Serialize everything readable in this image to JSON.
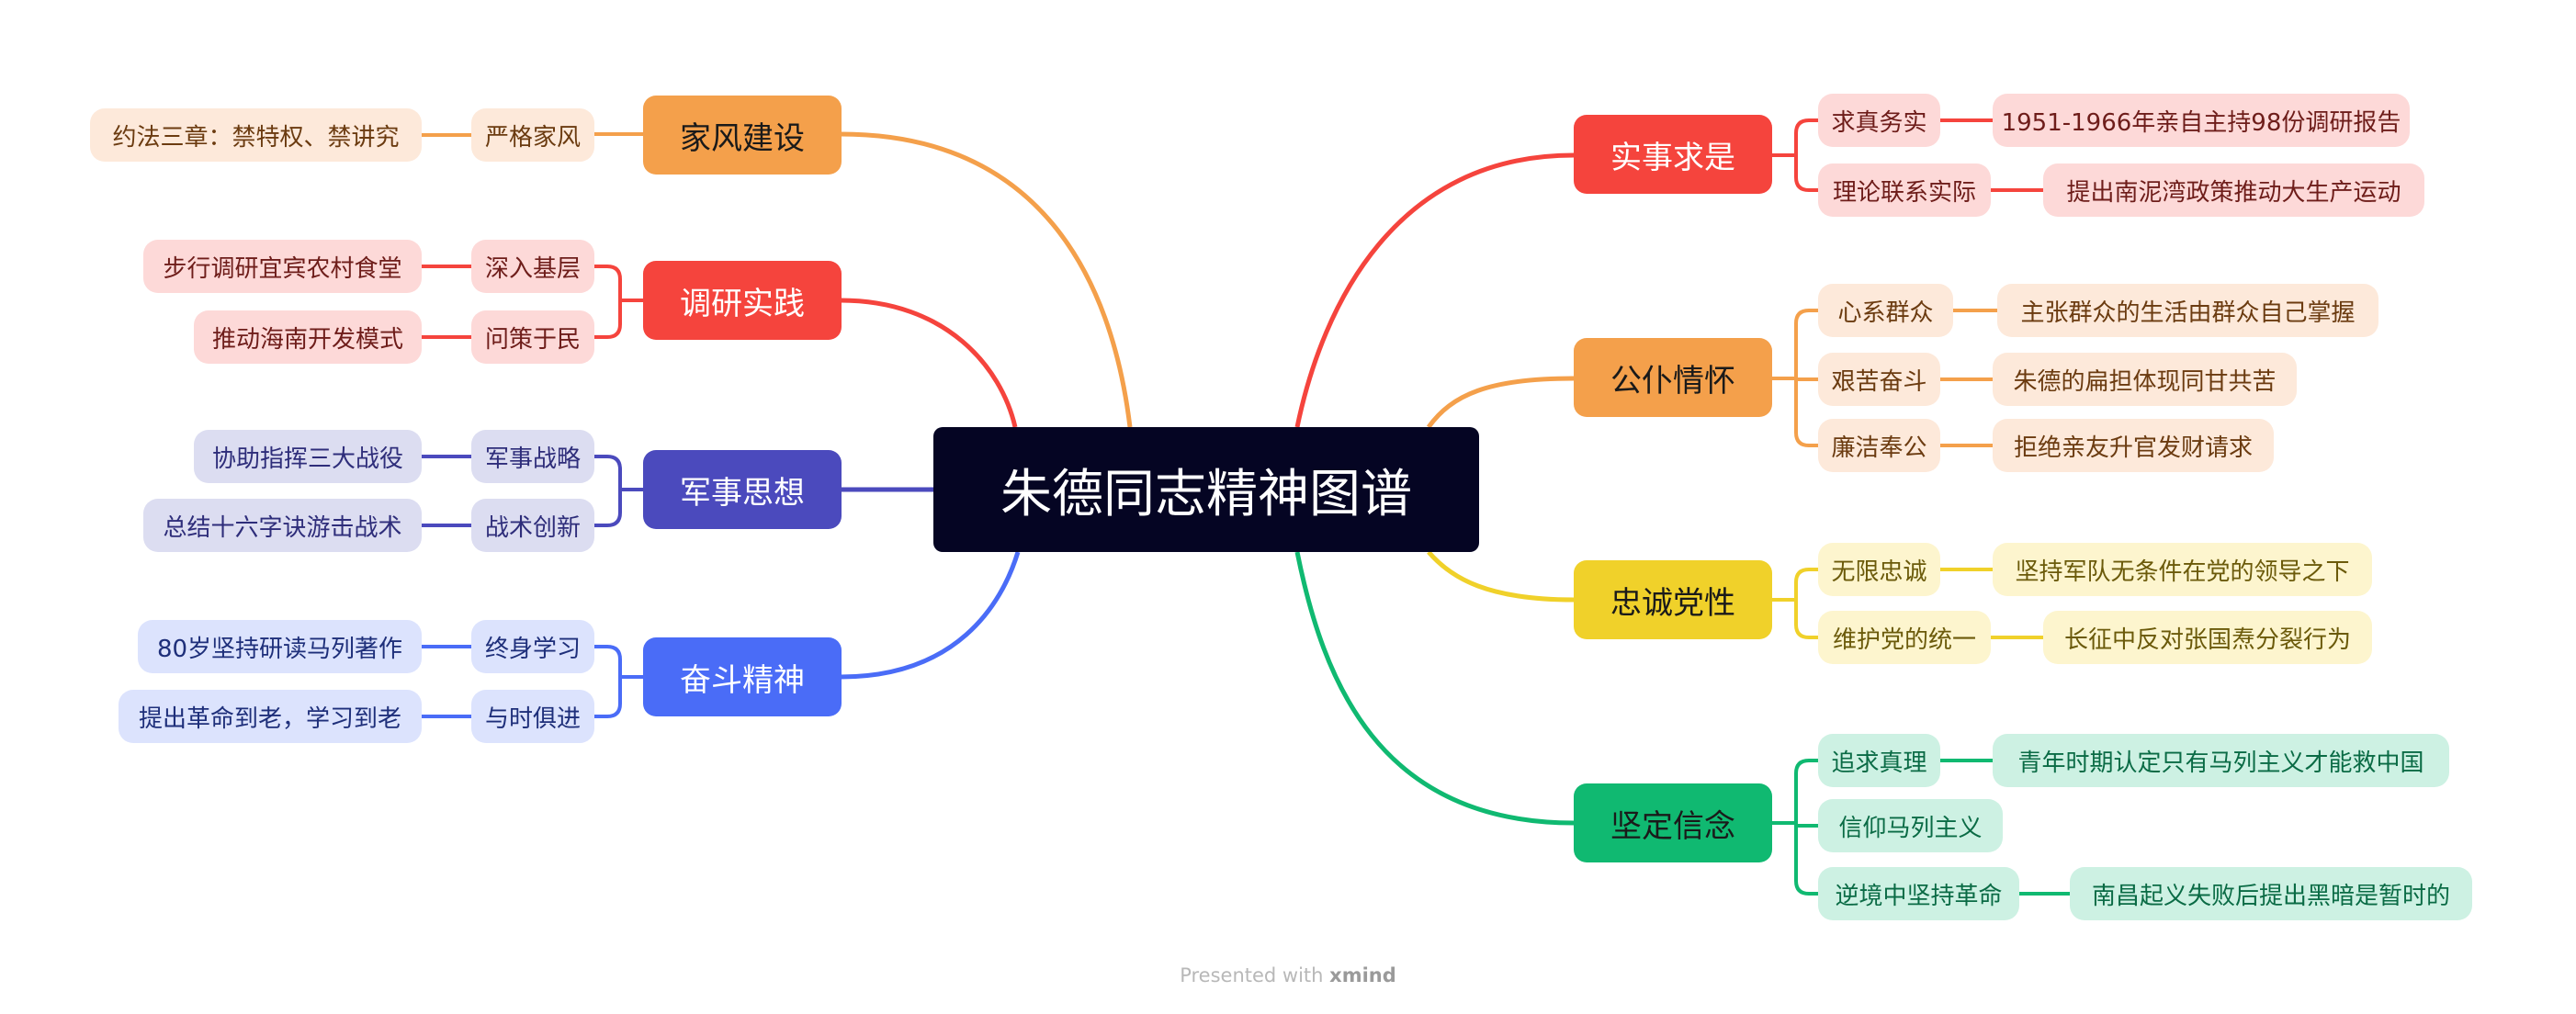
{
  "center": {
    "title": "朱德同志精神图谱"
  },
  "left": [
    {
      "label": "家风建设",
      "color": "#F4A04B",
      "children": [
        {
          "label": "严格家风",
          "leaf": "约法三章：禁特权、禁讲究"
        }
      ]
    },
    {
      "label": "调研实践",
      "color": "#F5443D",
      "children": [
        {
          "label": "深入基层",
          "leaf": "步行调研宜宾农村食堂"
        },
        {
          "label": "问策于民",
          "leaf": "推动海南开发模式"
        }
      ]
    },
    {
      "label": "军事思想",
      "color": "#4B4ABD",
      "children": [
        {
          "label": "军事战略",
          "leaf": "协助指挥三大战役"
        },
        {
          "label": "战术创新",
          "leaf": "总结十六字诀游击战术"
        }
      ]
    },
    {
      "label": "奋斗精神",
      "color": "#4A6CF7",
      "children": [
        {
          "label": "终身学习",
          "leaf": "80岁坚持研读马列著作"
        },
        {
          "label": "与时俱进",
          "leaf": "提出革命到老，学习到老"
        }
      ]
    }
  ],
  "right": [
    {
      "label": "实事求是",
      "color": "#F5443D",
      "children": [
        {
          "label": "求真务实",
          "leaf": "1951-1966年亲自主持98份调研报告"
        },
        {
          "label": "理论联系实际",
          "leaf": "提出南泥湾政策推动大生产运动"
        }
      ]
    },
    {
      "label": "公仆情怀",
      "color": "#F4A04B",
      "children": [
        {
          "label": "心系群众",
          "leaf": "主张群众的生活由群众自己掌握"
        },
        {
          "label": "艰苦奋斗",
          "leaf": "朱德的扁担体现同甘共苦"
        },
        {
          "label": "廉洁奉公",
          "leaf": "拒绝亲友升官发财请求"
        }
      ]
    },
    {
      "label": "忠诚党性",
      "color": "#F0D12A",
      "children": [
        {
          "label": "无限忠诚",
          "leaf": "坚持军队无条件在党的领导之下"
        },
        {
          "label": "维护党的统一",
          "leaf": "长征中反对张国焘分裂行为"
        }
      ]
    },
    {
      "label": "坚定信念",
      "color": "#10B971",
      "children": [
        {
          "label": "追求真理",
          "leaf": "青年时期认定只有马列主义才能救中国"
        },
        {
          "label": "信仰马列主义"
        },
        {
          "label": "逆境中坚持革命",
          "leaf": "南昌起义失败后提出黑暗是暂时的"
        }
      ]
    }
  ],
  "footer": {
    "prefix": "Presented with",
    "brand": "xmind"
  }
}
